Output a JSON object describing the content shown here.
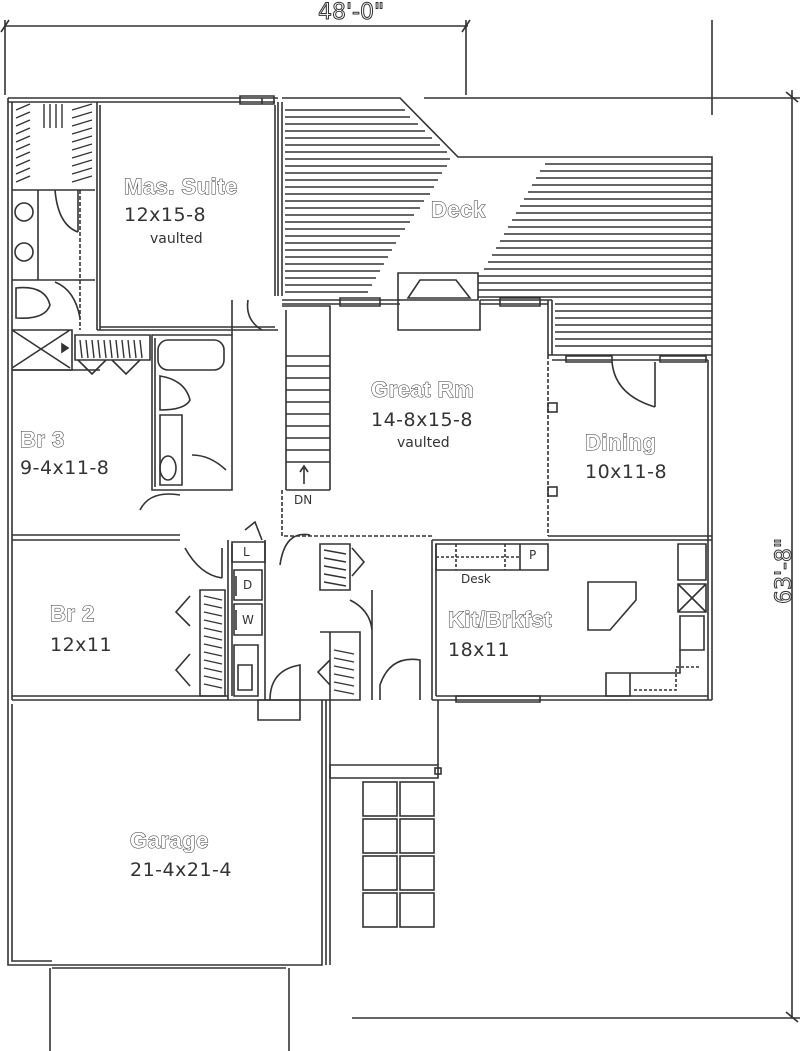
{
  "plan": {
    "overall_width": "48'-0\"",
    "overall_depth": "63'-8\""
  },
  "rooms": {
    "master_suite": {
      "name": "Mas. Suite",
      "size": "12x15-8",
      "note": "vaulted"
    },
    "deck": {
      "name": "Deck"
    },
    "great_room": {
      "name": "Great Rm",
      "size": "14-8x15-8",
      "note": "vaulted"
    },
    "dining": {
      "name": "Dining",
      "size": "10x11-8"
    },
    "bedroom_3": {
      "name": "Br 3",
      "size": "9-4x11-8"
    },
    "bedroom_2": {
      "name": "Br 2",
      "size": "12x11"
    },
    "kitchen": {
      "name": "Kit/Brkfst",
      "size": "18x11"
    },
    "garage": {
      "name": "Garage",
      "size": "21-4x21-4"
    }
  },
  "fixtures": {
    "stair_label": "DN",
    "desk_label": "Desk",
    "pantry_label": "P",
    "linen_label": "L",
    "dryer_label": "D",
    "washer_label": "W"
  },
  "colors": {
    "line": "#333333",
    "background": "#ffffff"
  }
}
